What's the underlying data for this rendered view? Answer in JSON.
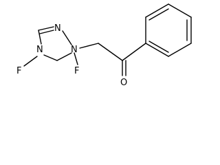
{
  "atoms": {
    "n_top": "N",
    "n_left": "N",
    "n_right": "N",
    "f_left": "F",
    "f_right": "F",
    "o_carbonyl": "O"
  },
  "colors": {
    "bond": "#000000",
    "label": "#000000",
    "background": "#ffffff"
  }
}
